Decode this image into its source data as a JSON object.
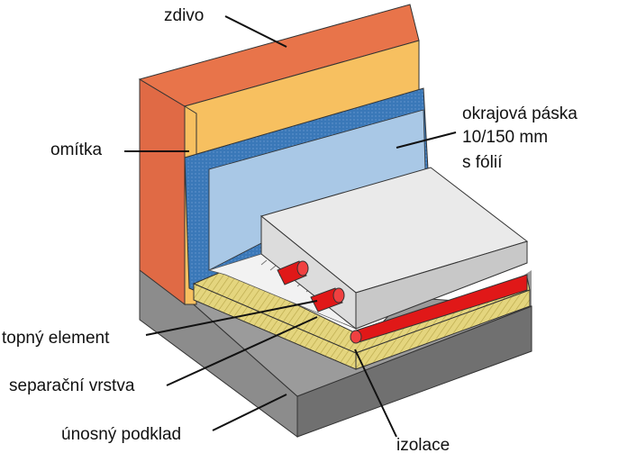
{
  "labels": {
    "zdivo": "zdivo",
    "omitka": "omítka",
    "okrajova_line1": "okrajová páska",
    "okrajova_line2": "10/150 mm",
    "okrajova_line3": "s fólií",
    "topny": "topný element",
    "separacni": "separační vrstva",
    "unosny": "únosný podklad",
    "izolace": "izolace"
  },
  "colors": {
    "brick_top": "#e8744a",
    "brick_side": "#e06a45",
    "plaster": "#f7c060",
    "edge_strip": "#a9c8e6",
    "edge_strip_border": "#3a78b8",
    "screed_top": "#eaeaea",
    "screed_front": "#d8d8d8",
    "screed_side": "#c4c4c4",
    "heating_pipe": "#e01818",
    "insulation": "#ddd07a",
    "concrete_top": "#9a9a9a",
    "concrete_front": "#808080",
    "concrete_side": "#6e6e6e"
  }
}
